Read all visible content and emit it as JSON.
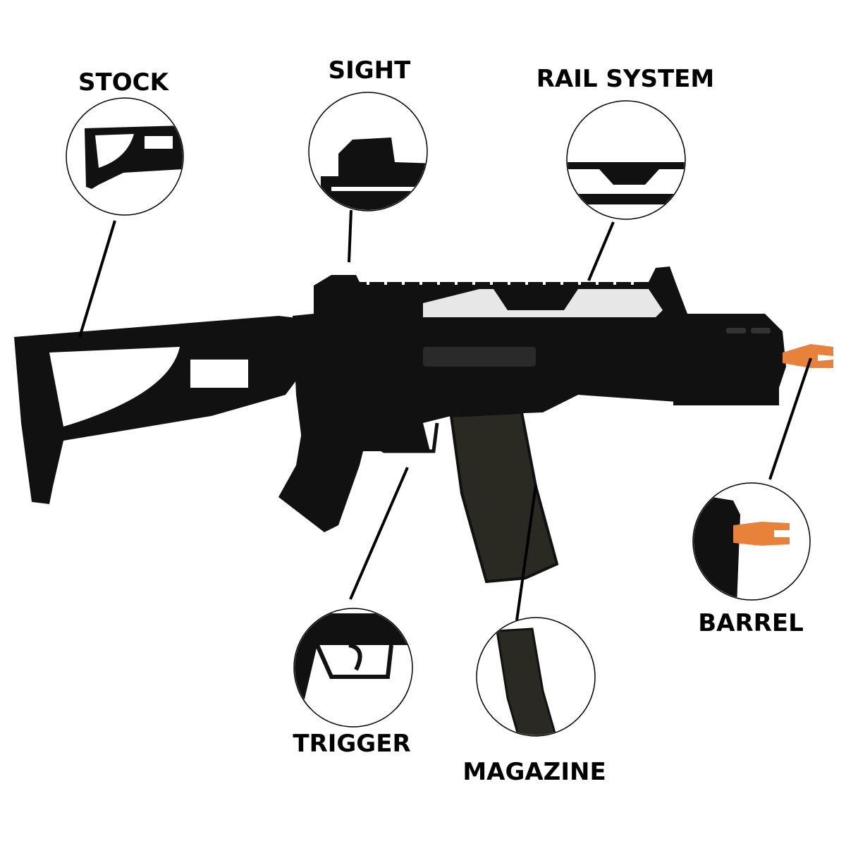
{
  "labels": {
    "stock": "STOCK",
    "sight": "SIGHT",
    "rail_system": "RAIL SYSTEM",
    "barrel": "BARREL",
    "trigger": "TRIGGER",
    "magazine": "MAGAZINE"
  },
  "colors": {
    "body": "#111111",
    "barrel_tip": "#e8823a",
    "magazine": "#2a2a22",
    "leader": "#000000"
  }
}
